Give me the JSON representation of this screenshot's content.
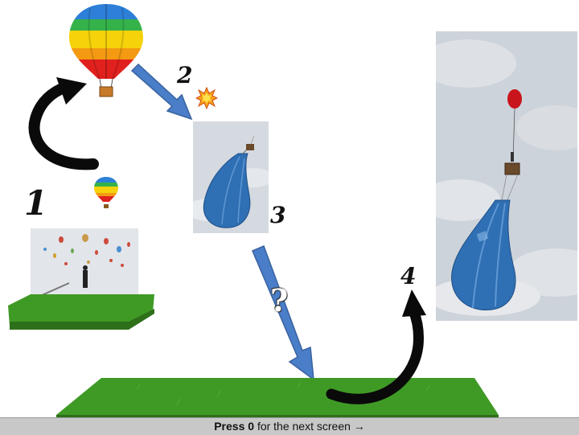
{
  "steps": {
    "one": "1",
    "two": "2",
    "three": "3",
    "four": "4"
  },
  "question_mark": "?",
  "footer": {
    "key_text": "Press 0",
    "rest_text": "for the next screen",
    "arrow": "→"
  },
  "colors": {
    "arrow_blue": "#4a7ec8",
    "arrow_blue_stroke": "#3a62a0",
    "grass": "#3f9a25",
    "grass_side": "#2e6f1a",
    "deflated_balloon": "#2f6fb3",
    "red_balloon": "#c8151b",
    "footer_bg": "#c8c8c8"
  }
}
